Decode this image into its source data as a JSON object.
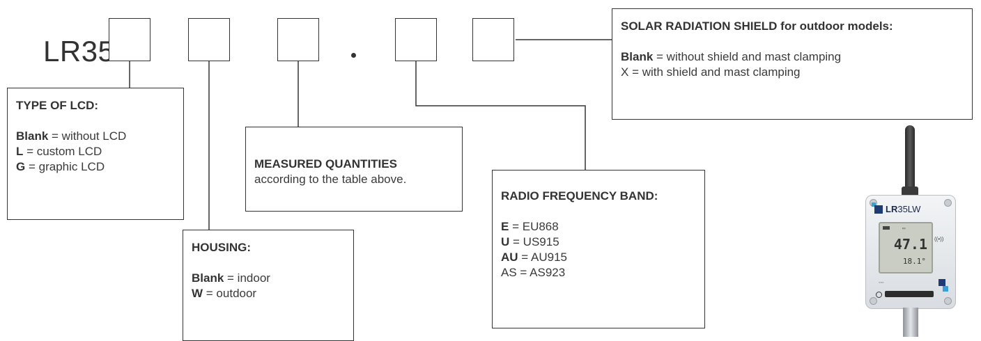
{
  "model_code": "LR35",
  "decimal_separator": ".",
  "lcd_box": {
    "title": "TYPE OF LCD:",
    "rows": [
      {
        "code": "Blank",
        "desc": "= without LCD"
      },
      {
        "code": "L",
        "desc": "= custom LCD"
      },
      {
        "code": "G",
        "desc": "= graphic LCD"
      }
    ]
  },
  "housing_box": {
    "title": "HOUSING:",
    "rows": [
      {
        "code": "Blank",
        "desc": "= indoor"
      },
      {
        "code": "W",
        "desc": "= outdoor"
      }
    ]
  },
  "measured_box": {
    "title": "MEASURED QUANTITIES",
    "text": "according to the table above."
  },
  "radio_box": {
    "title": "RADIO FREQUENCY BAND:",
    "rows": [
      {
        "code": "E",
        "desc": "= EU868"
      },
      {
        "code": "U",
        "desc": "= US915"
      },
      {
        "code": "AU",
        "desc": "= AU915"
      },
      {
        "code": "AS",
        "desc": "= AS923"
      }
    ]
  },
  "shield_box": {
    "title": "SOLAR RADIATION SHIELD for outdoor models:",
    "rows": [
      {
        "code": "Blank",
        "desc": "= without shield and mast clamping"
      },
      {
        "code": "X",
        "desc": "= with shield and mast clamping"
      }
    ]
  },
  "device": {
    "brand_bold": "LR",
    "brand_rest": "35LW",
    "lcd_value": "47.1",
    "lcd_secondary": "18.1°"
  }
}
